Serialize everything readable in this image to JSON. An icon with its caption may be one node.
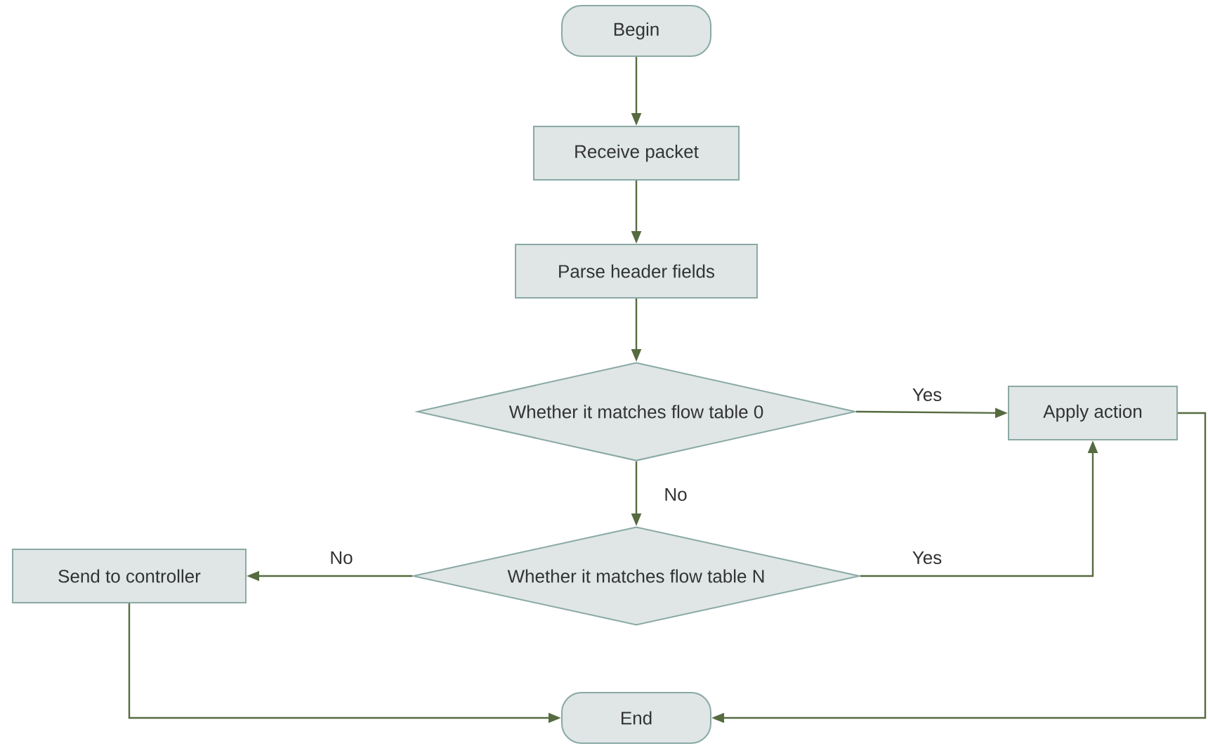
{
  "diagram": {
    "nodes": [
      {
        "text": [
          "Begin"
        ]
      },
      {
        "text": [
          "Receive packet"
        ]
      },
      {
        "text": [
          "Parse header fields"
        ]
      },
      {
        "text": [
          "Whether it matches flow table 0"
        ]
      },
      {
        "text": [
          "Apply action"
        ]
      },
      {
        "text": [
          "Whether it matches flow table N"
        ]
      },
      {
        "text": [
          "Send to controller"
        ]
      },
      {
        "text": [
          "End"
        ]
      }
    ],
    "edges": [
      {
        "from": 0,
        "to": 1,
        "arrow": "to"
      },
      {
        "from": 1,
        "to": 2,
        "arrow": "to"
      },
      {
        "from": 2,
        "to": 3,
        "arrow": "to"
      },
      {
        "from": 3,
        "to": 4,
        "arrow": "to",
        "label": "Yes"
      },
      {
        "from": 3,
        "to": 5,
        "arrow": "to",
        "label": "No"
      },
      {
        "from": 5,
        "to": 4,
        "arrow": "to",
        "label": "Yes"
      },
      {
        "from": 5,
        "to": 6,
        "arrow": "to",
        "label": "No"
      },
      {
        "from": 6,
        "to": 7,
        "arrow": "to"
      },
      {
        "from": 4,
        "to": 7,
        "arrow": "to"
      }
    ]
  }
}
